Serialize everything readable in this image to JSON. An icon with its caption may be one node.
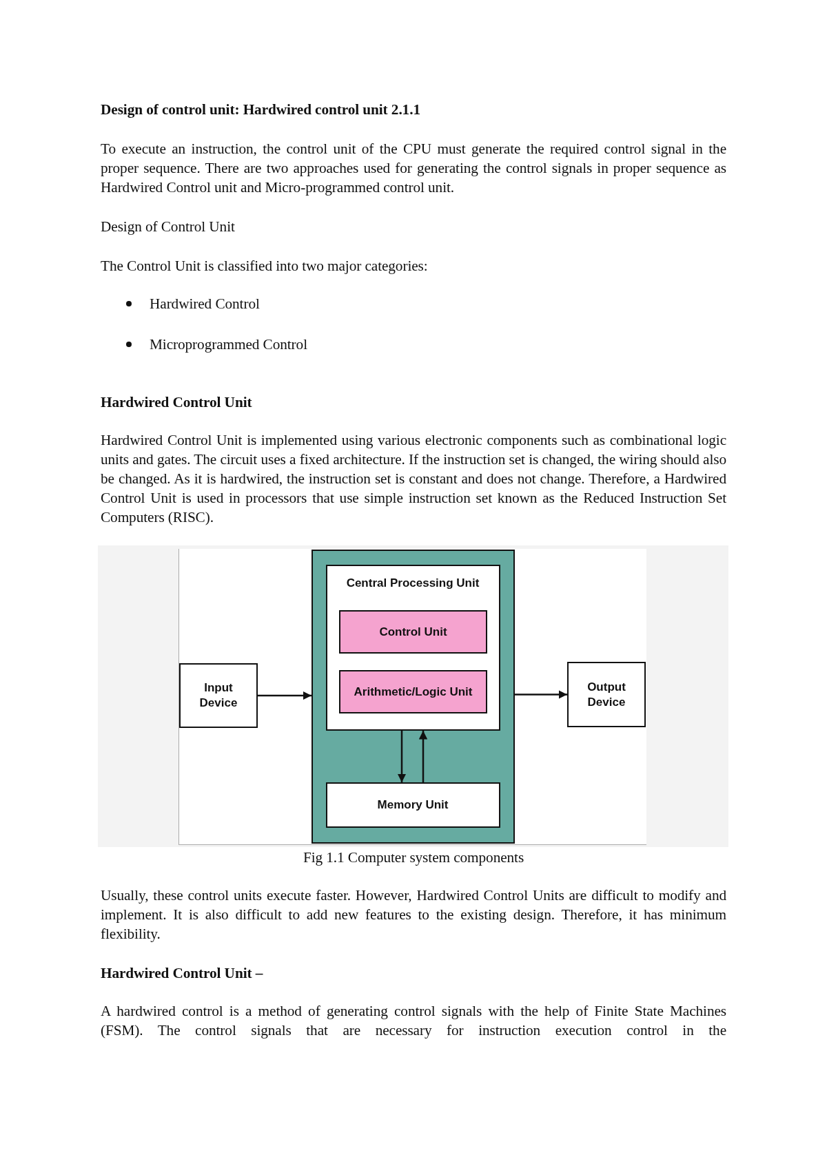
{
  "diagram": {
    "title": "Design of control unit: Hardwired control unit 2.1.1",
    "caption": "Fig 1.1 Computer system components",
    "nodes": [
      {
        "text": [
          "Input Device"
        ]
      },
      {
        "text": [],
        "shape": "box"
      },
      {
        "text": [
          "Central Processing Unit"
        ],
        "in": 1
      },
      {
        "text": [
          "Control Unit"
        ],
        "in": 2
      },
      {
        "text": [
          "Arithmetic/Logic Unit"
        ],
        "in": 2
      },
      {
        "text": [
          "Memory Unit"
        ],
        "in": 1
      },
      {
        "text": [
          "Output Device"
        ]
      }
    ],
    "edges": [
      {
        "from": 0,
        "to": 1,
        "arrow": "to"
      },
      {
        "from": 1,
        "to": 6,
        "arrow": "to"
      },
      {
        "from": 2,
        "to": 5,
        "arrow": "to"
      },
      {
        "from": 5,
        "to": 2,
        "arrow": "to"
      }
    ],
    "labels": [
      "To execute an instruction, the control unit of the CPU must generate the required control signal in the proper sequence. There are two approaches used for generating the control signals in proper sequence as Hardwired Control unit and Micro-programmed control unit.",
      "Design of Control Unit",
      "The Control Unit is classified into two major categories:",
      "Hardwired Control",
      "Microprogrammed Control",
      "Hardwired Control Unit",
      "Hardwired Control Unit is implemented using various electronic components such as combinational logic units and gates. The circuit uses a fixed architecture. If the instruction set is changed, the wiring should also be changed. As it is hardwired, the instruction set is constant and does not change. Therefore, a Hardwired Control Unit is used in processors that use simple instruction set known as the Reduced Instruction Set Computers (RISC).",
      "Usually, these control units execute faster. However, Hardwired Control Units are difficult to modify and implement. It is also difficult to add new features to the existing design. Therefore, it has minimum flexibility.",
      "Hardwired Control Unit –",
      "A hardwired control is a method of generating control signals with the help of Finite State Machines (FSM). The control signals that are necessary for instruction execution control in the"
    ]
  }
}
